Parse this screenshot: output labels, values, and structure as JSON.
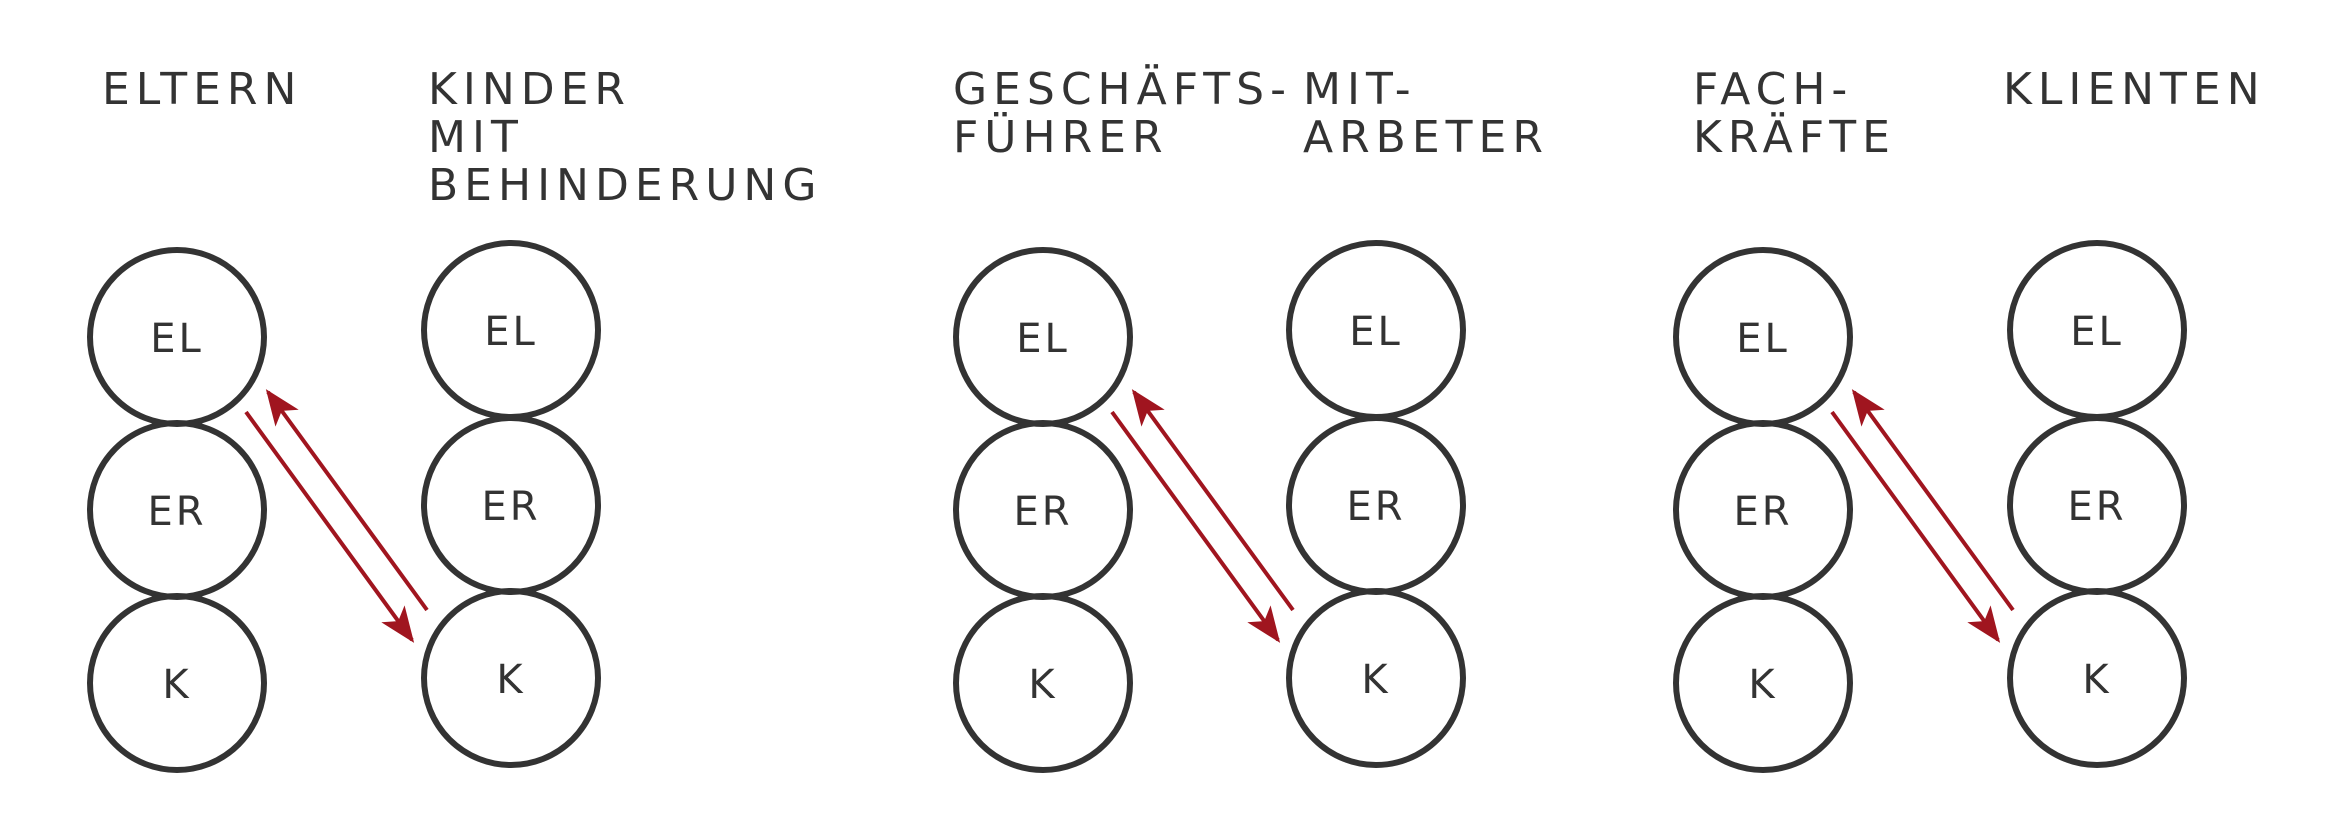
{
  "groups": [
    {
      "left": {
        "heading": [
          "ELTERN"
        ],
        "states": [
          "EL",
          "ER",
          "K"
        ]
      },
      "right": {
        "heading": [
          "KINDER",
          "MIT",
          "BEHINDERUNG"
        ],
        "states": [
          "EL",
          "ER",
          "K"
        ]
      }
    },
    {
      "left": {
        "heading": [
          "GESCHÄFTS-",
          "FÜHRER"
        ],
        "states": [
          "EL",
          "ER",
          "K"
        ]
      },
      "right": {
        "heading": [
          "MIT-",
          "ARBETER"
        ],
        "states": [
          "EL",
          "ER",
          "K"
        ]
      }
    },
    {
      "left": {
        "heading": [
          "FACH-",
          "KRÄFTE"
        ],
        "states": [
          "EL",
          "ER",
          "K"
        ]
      },
      "right": {
        "heading": [
          "KLIENTEN"
        ],
        "states": [
          "EL",
          "ER",
          "K"
        ]
      }
    }
  ],
  "transaction": {
    "from_state": "EL",
    "to_state": "K"
  },
  "colors": {
    "ink": "#333333",
    "arrow": "#a0151f",
    "background": "#ffffff"
  }
}
